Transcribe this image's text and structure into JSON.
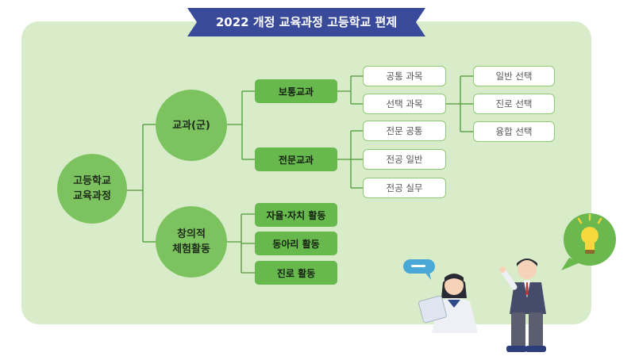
{
  "title": "2022 개정 교육과정 고등학교 편제",
  "root": "고등학교\n교육과정",
  "branches": {
    "curriculum": "교과(군)",
    "activities": "창의적\n체험활동"
  },
  "curriculum_children": {
    "general": "보통교과",
    "specialized": "전문교과"
  },
  "general_children": {
    "common": "공통 과목",
    "elective": "선택 과목"
  },
  "elective_children": {
    "general_elective": "일반 선택",
    "career_elective": "진로 선택",
    "convergence_elective": "융합 선택"
  },
  "specialized_children": {
    "common": "전문 공통",
    "major_general": "전공 일반",
    "major_practical": "전공 실무"
  },
  "activity_children": {
    "autonomy": "자율·자치 활동",
    "club": "동아리 활동",
    "career": "진로 활동"
  },
  "colors": {
    "panel": "#d9ecc9",
    "circle": "#7cc35f",
    "box": "#67b84d",
    "banner": "#3a4a9a"
  }
}
